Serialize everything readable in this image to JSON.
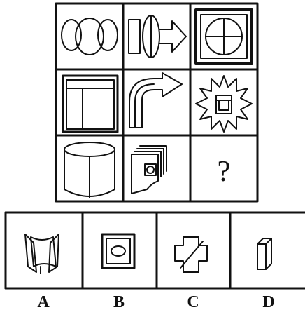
{
  "puzzle": {
    "question_mark": "?"
  },
  "options": [
    {
      "label": "A"
    },
    {
      "label": "B"
    },
    {
      "label": "C"
    },
    {
      "label": "D"
    }
  ],
  "colors": {
    "ink": "#111111",
    "paper": "#ffffff"
  }
}
